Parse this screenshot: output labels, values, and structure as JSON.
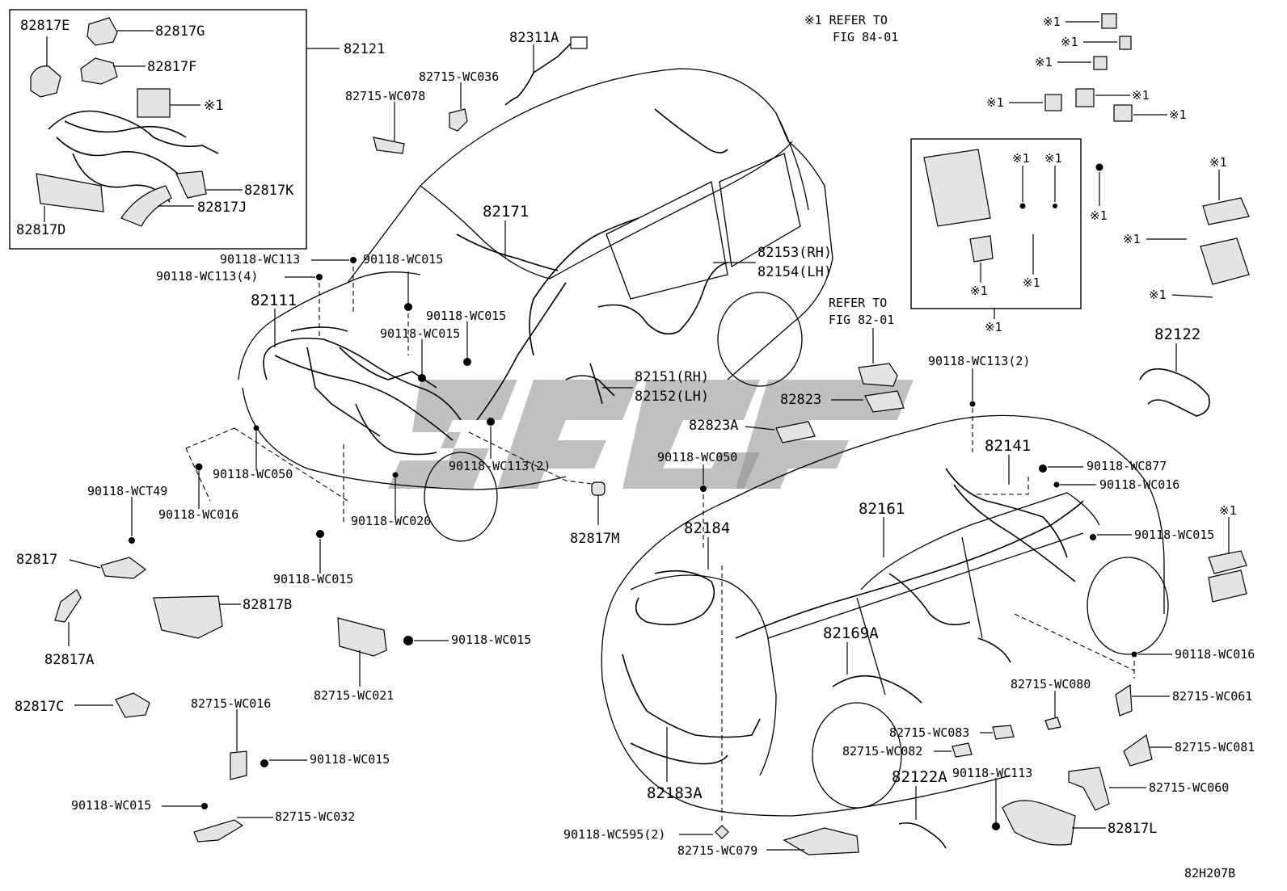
{
  "footer_code": "82H207B",
  "refer_note_1": [
    "※1 REFER TO",
    "FIG 84-01"
  ],
  "refer_note_2": [
    "REFER TO",
    "FIG 82-01"
  ],
  "labels": {
    "l82121": "82121",
    "l82817E": "82817E",
    "l82817G": "82817G",
    "l82817F": "82817F",
    "lref_box": "※1",
    "l82817K": "82817K",
    "l82817J": "82817J",
    "l82817D": "82817D",
    "l82311A": "82311A",
    "l82715_WC036": "82715-WC036",
    "l82715_WC078": "82715-WC078",
    "l82171": "82171",
    "l82153": "82153(RH)",
    "l82154": "82154(LH)",
    "l90118_WC113_a": "90118-WC113",
    "l90118_WC015_a": "90118-WC015",
    "l90118_WC113_4": "90118-WC113(4)",
    "l82111": "82111",
    "l90118_WC015_b": "90118-WC015",
    "l90118_WC015_c": "90118-WC015",
    "l82151": "82151(RH)",
    "l82152": "82152(LH)",
    "l90118_WC050_a": "90118-WC050",
    "l90118_WC016_a": "90118-WC016",
    "l90118_WC113_2a": "90118-WC113(2)",
    "l90118_WCT49": "90118-WCT49",
    "l90118_WC020": "90118-WC020",
    "l82817M": "82817M",
    "l82817": "82817",
    "l90118_WC015_d": "90118-WC015",
    "l82817B": "82817B",
    "l82817A": "82817A",
    "l90118_WC015_e": "90118-WC015",
    "l82715_WC021": "82715-WC021",
    "l82817C": "82817C",
    "l82715_WC016": "82715-WC016",
    "l90118_WC015_f": "90118-WC015",
    "l90118_WC015_g": "90118-WC015",
    "l82715_WC032": "82715-WC032",
    "l82823": "82823",
    "l82823A": "82823A",
    "l90118_WC050_b": "90118-WC050",
    "l90118_WC113_2b": "90118-WC113(2)",
    "l82141": "82141",
    "l90118_WC877": "90118-WC877",
    "l90118_WC016_b": "90118-WC016",
    "l82161": "82161",
    "l82184": "82184",
    "l90118_WC015_h": "90118-WC015",
    "l82169A": "82169A",
    "l90118_WC016_c": "90118-WC016",
    "l82715_WC080": "82715-WC080",
    "l82715_WC061": "82715-WC061",
    "l82715_WC083": "82715-WC083",
    "l82715_WC082": "82715-WC082",
    "l82715_WC081": "82715-WC081",
    "l82122A": "82122A",
    "l90118_WC113_b": "90118-WC113",
    "l82715_WC060": "82715-WC060",
    "l82183A": "82183A",
    "l82817L": "82817L",
    "l90118_WC595": "90118-WC595(2)",
    "l82715_WC079": "82715-WC079",
    "l82122": "82122",
    "s1": "※1",
    "s2": "※1",
    "s3": "※1",
    "s4": "※1",
    "s5": "※1",
    "s6": "※1",
    "s7": "※1",
    "s8": "※1",
    "s9": "※1",
    "s10": "※1",
    "s11": "※1",
    "s12": "※1",
    "s13": "※1",
    "s14": "※1",
    "s15": "※1",
    "s16": "※1",
    "s17": "※1"
  }
}
